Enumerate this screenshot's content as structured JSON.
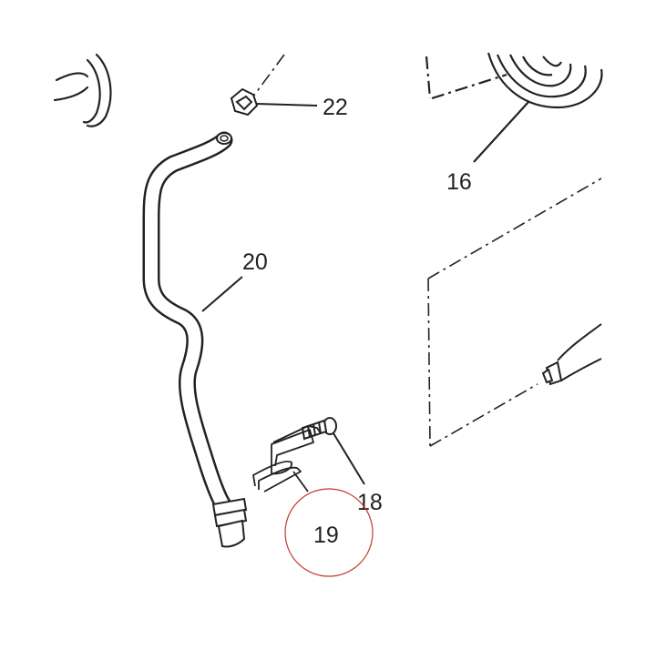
{
  "diagram": {
    "parts": [
      {
        "id": "p22",
        "label": "22",
        "name": "clamp"
      },
      {
        "id": "p16",
        "label": "16",
        "name": "seal-ring"
      },
      {
        "id": "p20",
        "label": "20",
        "name": "hose"
      },
      {
        "id": "p18",
        "label": "18",
        "name": "screw"
      },
      {
        "id": "p19",
        "label": "19",
        "name": "spring-clip",
        "highlighted": true
      }
    ],
    "colors": {
      "line": "#222222",
      "highlight": "#c0392b",
      "background": "#ffffff"
    }
  }
}
